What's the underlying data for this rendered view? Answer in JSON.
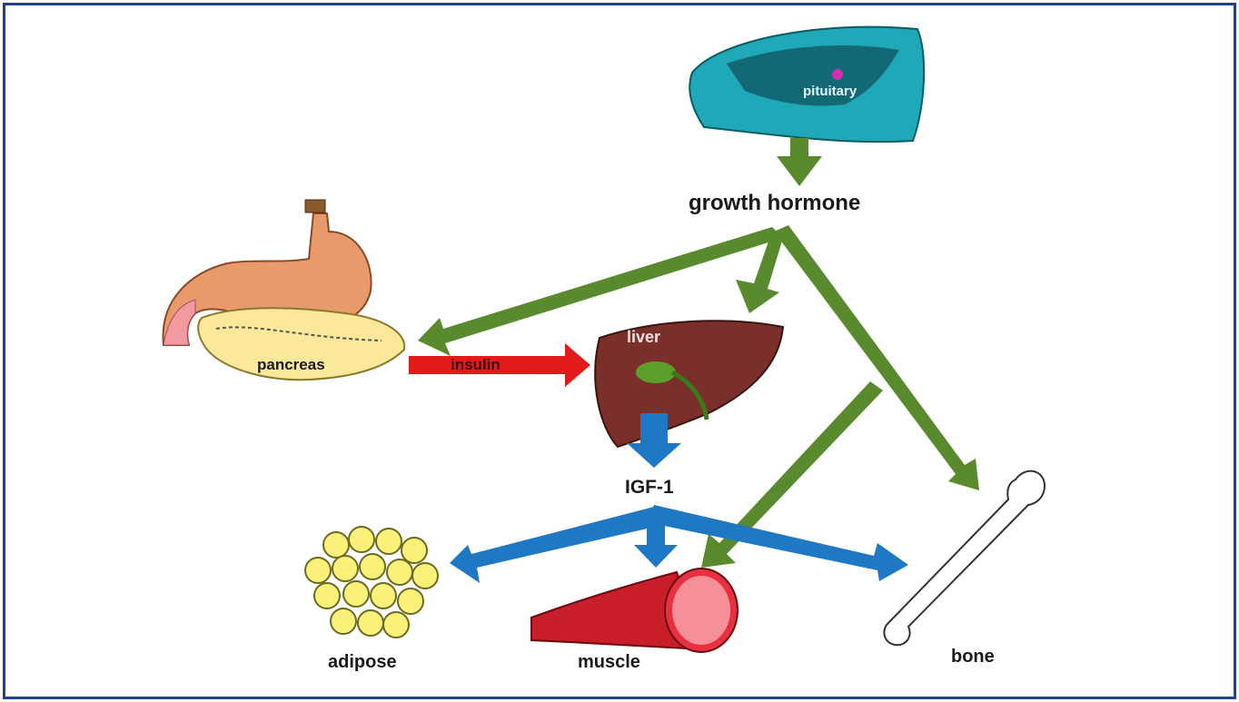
{
  "labels": {
    "pituitary": "pituitary",
    "growth_hormone": "growth hormone",
    "pancreas": "pancreas",
    "insulin": "insulin",
    "liver": "liver",
    "igf1": "IGF-1",
    "adipose": "adipose",
    "muscle": "muscle",
    "bone": "bone"
  },
  "colors": {
    "border": "#1f3f8f",
    "gh_arrow": "#5a8a2e",
    "igf_arrow": "#1f78c4",
    "insulin_arrow": "#e21a1a",
    "pituitary": "#1fa9b8",
    "liver": "#7a2f2a",
    "stomach": "#e89a6a",
    "pancreas": "#fbe89a",
    "adipose": "#fbf07a",
    "muscle": "#c81e2a"
  }
}
